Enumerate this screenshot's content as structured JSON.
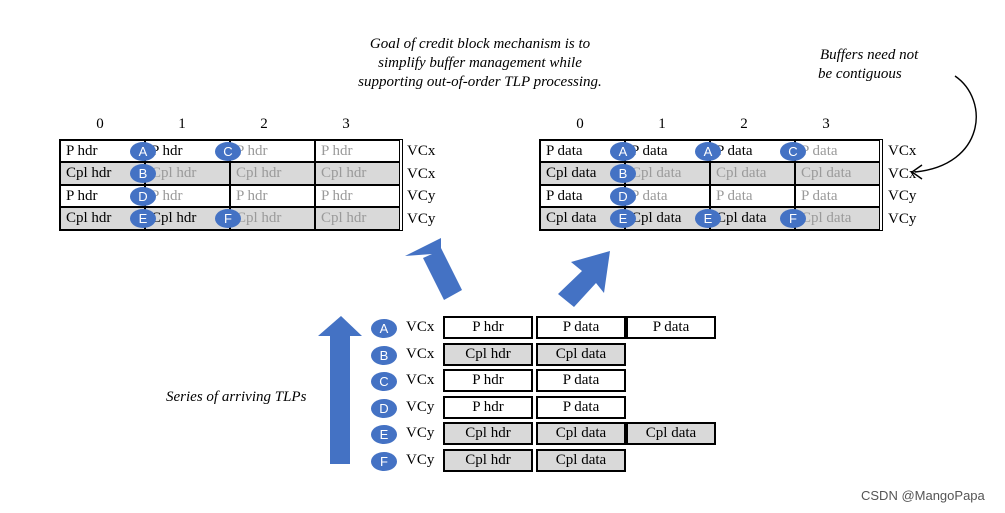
{
  "captions": {
    "goal": [
      "Goal of credit block mechanism is to",
      "simplify buffer management while",
      "supporting out-of-order TLP processing."
    ],
    "buffers": [
      "Buffers need not",
      "be contiguous"
    ],
    "series": "Series of arriving TLPs"
  },
  "column_labels": [
    "0",
    "1",
    "2",
    "3"
  ],
  "left_grid": {
    "rows": [
      {
        "vc": "VCx",
        "cells": [
          {
            "text": "P hdr",
            "badge": "A",
            "shade": false,
            "dim": false
          },
          {
            "text": "P hdr",
            "badge": "C",
            "shade": false,
            "dim": false
          },
          {
            "text": "P hdr",
            "badge": "",
            "shade": false,
            "dim": true
          },
          {
            "text": "P hdr",
            "badge": "",
            "shade": false,
            "dim": true
          }
        ]
      },
      {
        "vc": "VCx",
        "cells": [
          {
            "text": "Cpl hdr",
            "badge": "B",
            "shade": true,
            "dim": false
          },
          {
            "text": "Cpl hdr",
            "badge": "",
            "shade": true,
            "dim": true
          },
          {
            "text": "Cpl hdr",
            "badge": "",
            "shade": true,
            "dim": true
          },
          {
            "text": "Cpl hdr",
            "badge": "",
            "shade": true,
            "dim": true
          }
        ]
      },
      {
        "vc": "VCy",
        "cells": [
          {
            "text": "P hdr",
            "badge": "D",
            "shade": false,
            "dim": false
          },
          {
            "text": "P hdr",
            "badge": "",
            "shade": false,
            "dim": true
          },
          {
            "text": "P hdr",
            "badge": "",
            "shade": false,
            "dim": true
          },
          {
            "text": "P hdr",
            "badge": "",
            "shade": false,
            "dim": true
          }
        ]
      },
      {
        "vc": "VCy",
        "cells": [
          {
            "text": "Cpl hdr",
            "badge": "E",
            "shade": true,
            "dim": false
          },
          {
            "text": "Cpl hdr",
            "badge": "F",
            "shade": true,
            "dim": false
          },
          {
            "text": "Cpl hdr",
            "badge": "",
            "shade": true,
            "dim": true
          },
          {
            "text": "Cpl hdr",
            "badge": "",
            "shade": true,
            "dim": true
          }
        ]
      }
    ]
  },
  "right_grid": {
    "rows": [
      {
        "vc": "VCx",
        "cells": [
          {
            "text": "P data",
            "badge": "A",
            "shade": false,
            "dim": false
          },
          {
            "text": "P data",
            "badge": "A",
            "shade": false,
            "dim": false
          },
          {
            "text": "P data",
            "badge": "C",
            "shade": false,
            "dim": false
          },
          {
            "text": "P data",
            "badge": "",
            "shade": false,
            "dim": true
          }
        ]
      },
      {
        "vc": "VCx",
        "cells": [
          {
            "text": "Cpl data",
            "badge": "B",
            "shade": true,
            "dim": false
          },
          {
            "text": "Cpl data",
            "badge": "",
            "shade": true,
            "dim": true
          },
          {
            "text": "Cpl data",
            "badge": "",
            "shade": true,
            "dim": true
          },
          {
            "text": "Cpl data",
            "badge": "",
            "shade": true,
            "dim": true
          }
        ]
      },
      {
        "vc": "VCy",
        "cells": [
          {
            "text": "P data",
            "badge": "D",
            "shade": false,
            "dim": false
          },
          {
            "text": "P data",
            "badge": "",
            "shade": false,
            "dim": true
          },
          {
            "text": "P data",
            "badge": "",
            "shade": false,
            "dim": true
          },
          {
            "text": "P data",
            "badge": "",
            "shade": false,
            "dim": true
          }
        ]
      },
      {
        "vc": "VCy",
        "cells": [
          {
            "text": "Cpl data",
            "badge": "E",
            "shade": true,
            "dim": false
          },
          {
            "text": "Cpl data",
            "badge": "E",
            "shade": true,
            "dim": false
          },
          {
            "text": "Cpl data",
            "badge": "F",
            "shade": true,
            "dim": false
          },
          {
            "text": "Cpl data",
            "badge": "",
            "shade": true,
            "dim": true
          }
        ]
      }
    ]
  },
  "tlps": [
    {
      "id": "A",
      "vc": "VCx",
      "parts": [
        {
          "text": "P hdr",
          "shade": false
        },
        {
          "text": "P data",
          "shade": false
        },
        {
          "text": "P data",
          "shade": false
        }
      ]
    },
    {
      "id": "B",
      "vc": "VCx",
      "parts": [
        {
          "text": "Cpl hdr",
          "shade": true
        },
        {
          "text": "Cpl data",
          "shade": true
        }
      ]
    },
    {
      "id": "C",
      "vc": "VCx",
      "parts": [
        {
          "text": "P hdr",
          "shade": false
        },
        {
          "text": "P data",
          "shade": false
        }
      ]
    },
    {
      "id": "D",
      "vc": "VCy",
      "parts": [
        {
          "text": "P hdr",
          "shade": false
        },
        {
          "text": "P data",
          "shade": false
        }
      ]
    },
    {
      "id": "E",
      "vc": "VCy",
      "parts": [
        {
          "text": "Cpl hdr",
          "shade": true
        },
        {
          "text": "Cpl data",
          "shade": true
        },
        {
          "text": "Cpl data",
          "shade": true
        }
      ]
    },
    {
      "id": "F",
      "vc": "VCy",
      "parts": [
        {
          "text": "Cpl hdr",
          "shade": true
        },
        {
          "text": "Cpl data",
          "shade": true
        }
      ]
    }
  ],
  "colors": {
    "badge": "#4472c4",
    "arrow": "#4472c4",
    "shade": "#d9d9d9",
    "dim_text": "#9a9a9a"
  },
  "watermark": "CSDN @MangoPapa"
}
